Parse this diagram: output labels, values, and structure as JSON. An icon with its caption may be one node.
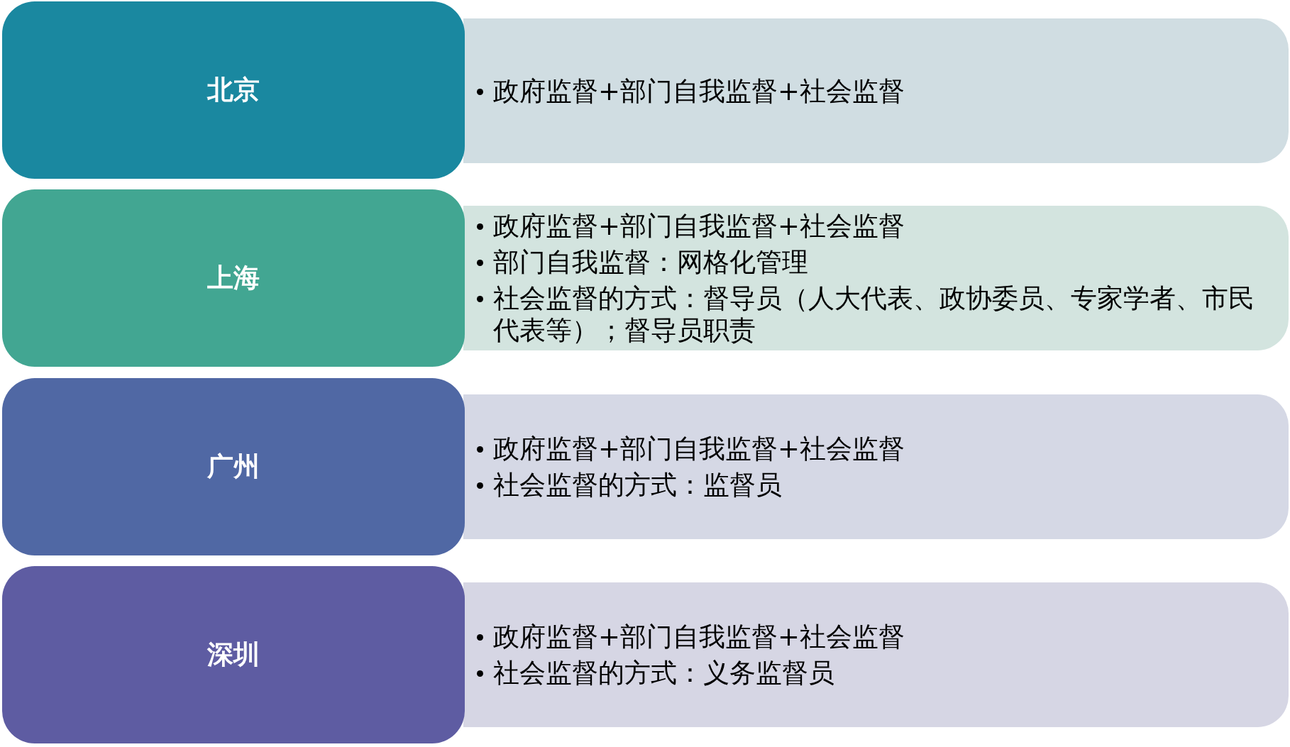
{
  "diagram": {
    "nodes": [
      {
        "text": [
          "北京"
        ]
      },
      {
        "text": [
          "政府监督+部门自我监督+社会监督"
        ]
      },
      {
        "text": [
          "上海"
        ]
      },
      {
        "text": [
          "政府监督+部门自我监督+社会监督",
          "部门自我监督：网格化管理",
          "社会监督的方式：督导员（人大代表、政协委员、专家学者、市民代表等）；督导员职责"
        ]
      },
      {
        "text": [
          "广州"
        ]
      },
      {
        "text": [
          "政府监督+部门自我监督+社会监督",
          "社会监督的方式：监督员"
        ]
      },
      {
        "text": [
          "深圳"
        ]
      },
      {
        "text": [
          "政府监督+部门自我监督+社会监督",
          "社会监督的方式：义务监督员"
        ]
      }
    ]
  }
}
